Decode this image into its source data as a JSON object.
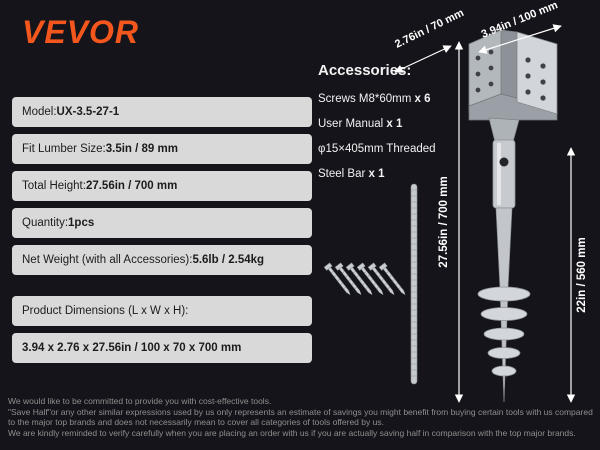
{
  "brand": {
    "logo": "VEVOR"
  },
  "specs": [
    {
      "label": "Model: ",
      "value": "UX-3.5-27-1"
    },
    {
      "label": "Fit Lumber Size: ",
      "value": "3.5in / 89 mm"
    },
    {
      "label": "Total Height: ",
      "value": "27.56in / 700 mm"
    },
    {
      "label": "Quantity: ",
      "value": "1pcs"
    },
    {
      "label": "Net Weight (with all Accessories): ",
      "value": "5.6lb / 2.54kg"
    },
    {
      "label": "Product Dimensions (L x W x H):",
      "value": ""
    },
    {
      "label": "",
      "value": "3.94 x 2.76 x 27.56in / 100 x 70 x 700 mm"
    }
  ],
  "accessories": {
    "heading": "Accessories:",
    "items": [
      {
        "text": "Screws M8*60mm ",
        "qty": "x 6"
      },
      {
        "text": "User Manual ",
        "qty": "x 1"
      },
      {
        "text": "φ15×405mm Threaded",
        "qty": ""
      },
      {
        "text": "Steel Bar ",
        "qty": "x 1"
      }
    ]
  },
  "dimensions": {
    "width_small": "2.76in / 70 mm",
    "width_large": "3.94in / 100 mm",
    "height_total": "27.56in / 700 mm",
    "height_screw": "22in / 560 mm"
  },
  "disclaimer": {
    "line1": "We would like to be committed to provide you with cost-effective tools.",
    "line2": "\"Save Half\"or any other similar expressions used by us only represents an estimate of savings you might benefit from buying certain tools with us compared to the major top brands and does not necessarily mean to cover all categories of tools offered by us.",
    "line3": "We are kindly reminded to verify carefully when you are placing an order with us if you are actually saving half in comparison with the top major brands."
  },
  "colors": {
    "accent": "#f4571d",
    "background": "#14141a",
    "spec_row_bg": "#d9d9d9",
    "text_light": "#f2f2f2",
    "disclaimer_text": "#8f8f8f"
  }
}
